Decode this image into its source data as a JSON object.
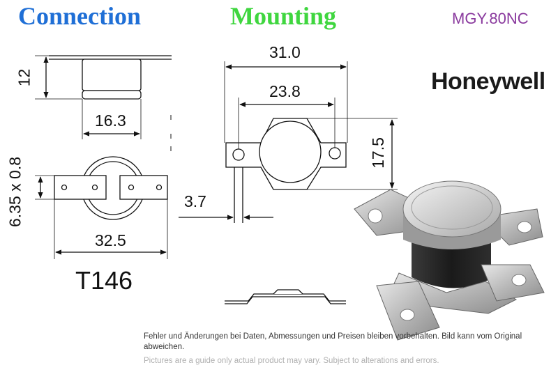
{
  "header": {
    "connection_title": "Connection",
    "mounting_title": "Mounting",
    "model": "MGY.80NC",
    "brand": "Honeywell"
  },
  "dimensions": {
    "height": "12",
    "body_width": "16.3",
    "terminal": "6.35 x 0.8",
    "overall_length": "32.5",
    "mount_outer": "31.0",
    "mount_inner": "23.8",
    "mount_height": "17.5",
    "hole_offset": "3.7"
  },
  "part_number": "T146",
  "notes": {
    "de": "Fehler und Änderungen bei Daten, Abmessungen und Preisen bleiben vorbehalten. Bild kann vom Original abweichen.",
    "en": "Pictures are a guide only actual product may vary. Subject to alterations and errors."
  },
  "colors": {
    "connection_title": "#1f6fd6",
    "mounting_title": "#3fd63f",
    "model": "#8a3a9e"
  }
}
